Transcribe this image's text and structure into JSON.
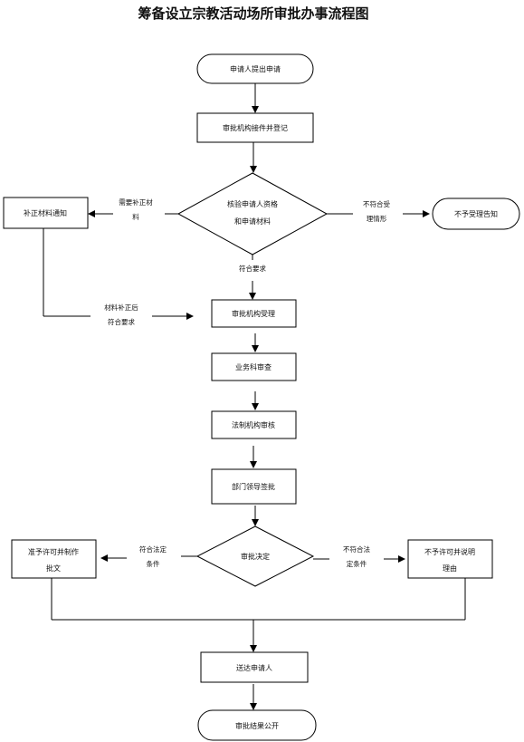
{
  "title": "筹备设立宗教活动场所审批办事流程图",
  "nodes": {
    "apply": "申请人提出申请",
    "receive_register": "审批机构接件并登记",
    "verify_line1": "核验申请人资格",
    "verify_line2": "和申请材料",
    "supplement_notice": "补正材料通知",
    "reject_notice": "不予受理告知",
    "accept": "审批机构受理",
    "business_review": "业务科审查",
    "legal_review": "法制机构审核",
    "leader_sign": "部门领导签批",
    "decision": "审批决定",
    "approve_line1": "准予许可并制作",
    "approve_line2": "批文",
    "deny_line1": "不予许可并说明",
    "deny_line2": "理由",
    "deliver": "送达申请人",
    "publish": "审批结果公开"
  },
  "labels": {
    "need_supplement_1": "需要补正材",
    "need_supplement_2": "料",
    "not_accept_1": "不符合受",
    "not_accept_2": "理情形",
    "meets_req": "符合要求",
    "after_supp_1": "材料补正后",
    "after_supp_2": "符合要求",
    "meets_cond_1": "符合法定",
    "meets_cond_2": "条件",
    "not_meets_cond_1": "不符合法",
    "not_meets_cond_2": "定条件"
  }
}
